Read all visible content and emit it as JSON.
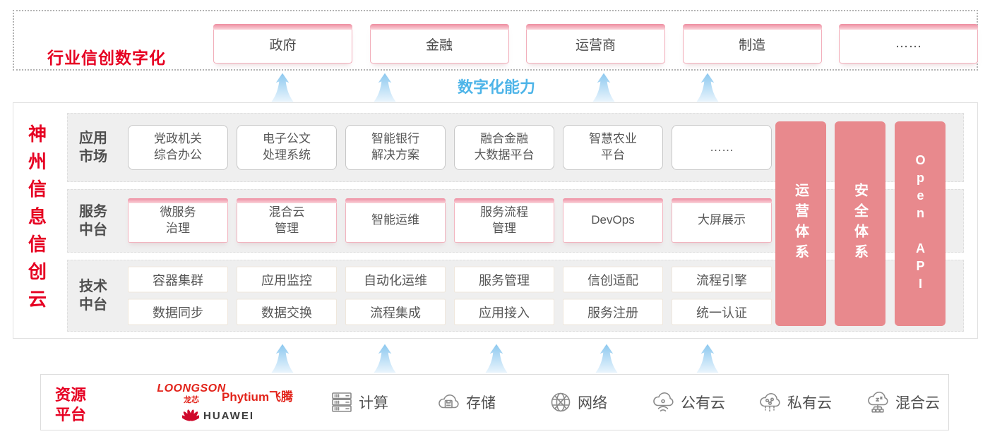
{
  "colors": {
    "accent_red": "#e60022",
    "bar_pink": "#e8898d",
    "capability_blue": "#4db4e8",
    "logo_red": "#e2231a"
  },
  "top": {
    "label": "行业信创数字化",
    "industries": [
      "政府",
      "金融",
      "运营商",
      "制造",
      "……"
    ]
  },
  "capability": {
    "label": "数字化能力"
  },
  "platform": {
    "title": "神州信息信创云",
    "rows": {
      "app": {
        "label": "应用\n市场",
        "items": [
          "党政机关\n综合办公",
          "电子公文\n处理系统",
          "智能银行\n解决方案",
          "融合金融\n大数据平台",
          "智慧农业\n平台",
          "……"
        ]
      },
      "service": {
        "label": "服务\n中台",
        "items": [
          "微服务\n治理",
          "混合云\n管理",
          "智能运维",
          "服务流程\n管理",
          "DevOps",
          "大屏展示"
        ]
      },
      "tech": {
        "label": "技术\n中台",
        "items_row1": [
          "容器集群",
          "应用监控",
          "自动化运维",
          "服务管理",
          "信创适配",
          "流程引擎"
        ],
        "items_row2": [
          "数据同步",
          "数据交换",
          "流程集成",
          "应用接入",
          "服务注册",
          "统一认证"
        ]
      }
    },
    "side_bars": [
      "运营体系",
      "安全体系",
      "Open API"
    ]
  },
  "resources": {
    "label": "资源\n平台",
    "vendors": {
      "loongson": "LOONGSON",
      "loongson_sub": "龙芯",
      "phytium": "Phytium飞腾",
      "huawei": "HUAWEI"
    },
    "items": [
      "计算",
      "存储",
      "网络",
      "公有云",
      "私有云",
      "混合云"
    ]
  }
}
